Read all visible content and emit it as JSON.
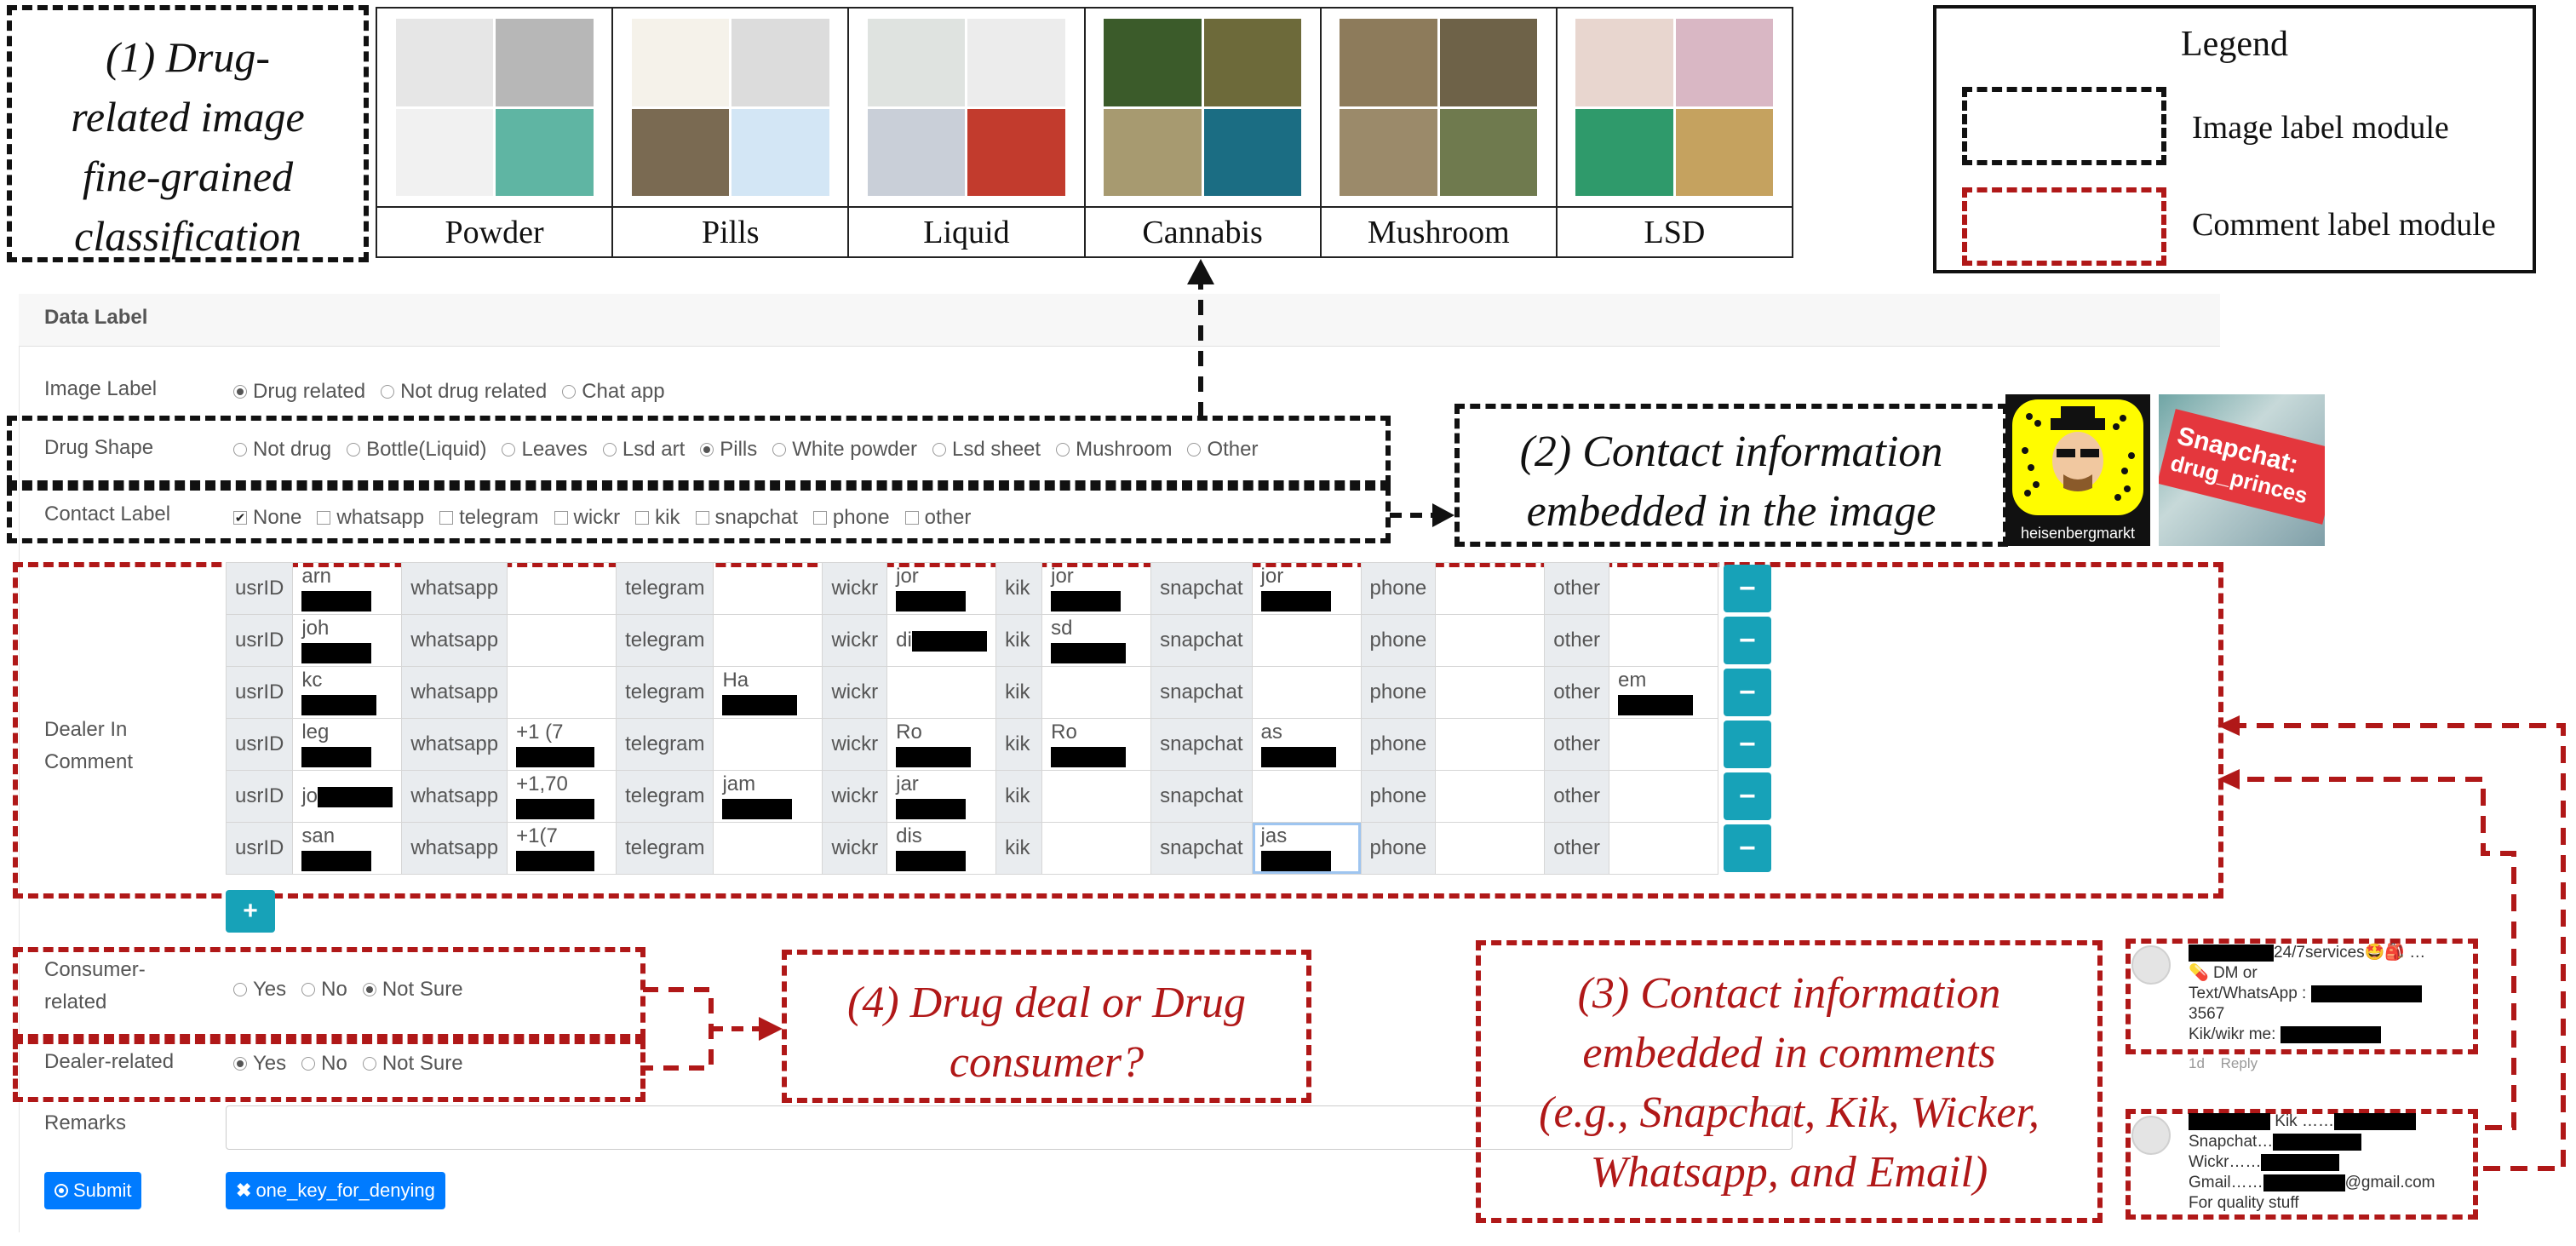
{
  "annotations": {
    "box1": [
      "(1) Drug-",
      "related image",
      "fine-grained",
      "classification"
    ],
    "box2": [
      "(2) Contact information",
      "embedded in the image"
    ],
    "box3": [
      "(3) Contact information",
      "embedded in comments",
      "(e.g., Snapchat, Kik, Wicker,",
      "Whatsapp, and Email)"
    ],
    "box4": [
      "(4) Drug deal or Drug",
      "consumer?"
    ]
  },
  "categories": [
    {
      "label": "Powder",
      "colors": [
        "#e6e6e6",
        "#b7b7b7",
        "#f1f1f1",
        "#5fb5a3"
      ]
    },
    {
      "label": "Pills",
      "colors": [
        "#f5f2ea",
        "#dcdcdc",
        "#7a6a52",
        "#d3e6f5"
      ]
    },
    {
      "label": "Liquid",
      "colors": [
        "#dfe3e0",
        "#ececec",
        "#c9cfd8",
        "#c23b2d"
      ]
    },
    {
      "label": "Cannabis",
      "colors": [
        "#3b5b2a",
        "#6d6a3a",
        "#a79a70",
        "#1b6d83"
      ]
    },
    {
      "label": "Mushroom",
      "colors": [
        "#8d7b5b",
        "#6e6248",
        "#9b8a6a",
        "#6f7a4e"
      ]
    },
    {
      "label": "LSD",
      "colors": [
        "#e8d6cf",
        "#d9b7c4",
        "#2f9a6b",
        "#c5a25f"
      ]
    }
  ],
  "legend": {
    "title": "Legend",
    "image_label": "Image label module",
    "comment_label": "Comment label module"
  },
  "colors": {
    "accent": "#17a2b8",
    "primary": "#007bff",
    "annotation_red": "#b01818"
  },
  "form": {
    "panel_title": "Data Label",
    "image_label": {
      "label": "Image Label",
      "options": [
        {
          "text": "Drug related",
          "selected": true
        },
        {
          "text": "Not drug related",
          "selected": false
        },
        {
          "text": "Chat app",
          "selected": false
        }
      ]
    },
    "drug_shape": {
      "label": "Drug Shape",
      "options": [
        {
          "text": "Not drug",
          "selected": false
        },
        {
          "text": "Bottle(Liquid)",
          "selected": false
        },
        {
          "text": "Leaves",
          "selected": false
        },
        {
          "text": "Lsd art",
          "selected": false
        },
        {
          "text": "Pills",
          "selected": true
        },
        {
          "text": "White powder",
          "selected": false
        },
        {
          "text": "Lsd sheet",
          "selected": false
        },
        {
          "text": "Mushroom",
          "selected": false
        },
        {
          "text": "Other",
          "selected": false
        }
      ]
    },
    "contact_label": {
      "label": "Contact Label",
      "options": [
        {
          "text": "None",
          "checked": true
        },
        {
          "text": "whatsapp",
          "checked": false
        },
        {
          "text": "telegram",
          "checked": false
        },
        {
          "text": "wickr",
          "checked": false
        },
        {
          "text": "kik",
          "checked": false
        },
        {
          "text": "snapchat",
          "checked": false
        },
        {
          "text": "phone",
          "checked": false
        },
        {
          "text": "other",
          "checked": false
        }
      ]
    },
    "dealer_label": [
      "Dealer In",
      "Comment"
    ],
    "table_labels": [
      "usrID",
      "whatsapp",
      "telegram",
      "wickr",
      "kik",
      "snapchat",
      "phone",
      "other"
    ],
    "rows": [
      [
        "arn",
        "",
        "",
        "jor",
        "jor",
        "jor",
        "",
        ""
      ],
      [
        "joh",
        "",
        "",
        "di",
        "sd",
        "",
        "",
        ""
      ],
      [
        "kc",
        "",
        "Ha",
        "",
        "",
        "",
        "",
        "em"
      ],
      [
        "leg",
        "+1 (7",
        "",
        "Ro",
        "Ro",
        "as",
        "",
        ""
      ],
      [
        "jo",
        "+1,70",
        "jam",
        "jar",
        "",
        "",
        "",
        ""
      ],
      [
        "san",
        "+1(7",
        "",
        "dis",
        "",
        "jas",
        "",
        ""
      ]
    ],
    "remove_label": "−",
    "add_label": "+",
    "consumer": {
      "label": [
        "Consumer-",
        "related"
      ],
      "options": [
        {
          "text": "Yes",
          "selected": false
        },
        {
          "text": "No",
          "selected": false
        },
        {
          "text": "Not Sure",
          "selected": true
        }
      ]
    },
    "dealer": {
      "label": "Dealer-related",
      "options": [
        {
          "text": "Yes",
          "selected": true
        },
        {
          "text": "No",
          "selected": false
        },
        {
          "text": "Not Sure",
          "selected": false
        }
      ]
    },
    "remarks_label": "Remarks",
    "submit_label": "Submit",
    "deny_label": "one_key_for_denying"
  },
  "snapchat_text": [
    "Snapchat:",
    "drug_princes"
  ],
  "snapcode_caption": "heisenbergmarkt",
  "comment1": {
    "lines": [
      "24/7services🤩🎒 …",
      "DM or",
      "Text/WhatsApp :",
      "3567",
      "Kik/wikr me:"
    ],
    "meta": [
      "1d",
      "Reply"
    ]
  },
  "comment2": {
    "lines": [
      "Kik ……",
      "Snapchat…",
      "Wickr……",
      "Gmail……",
      "@gmail.com",
      "For quality stuff"
    ]
  }
}
